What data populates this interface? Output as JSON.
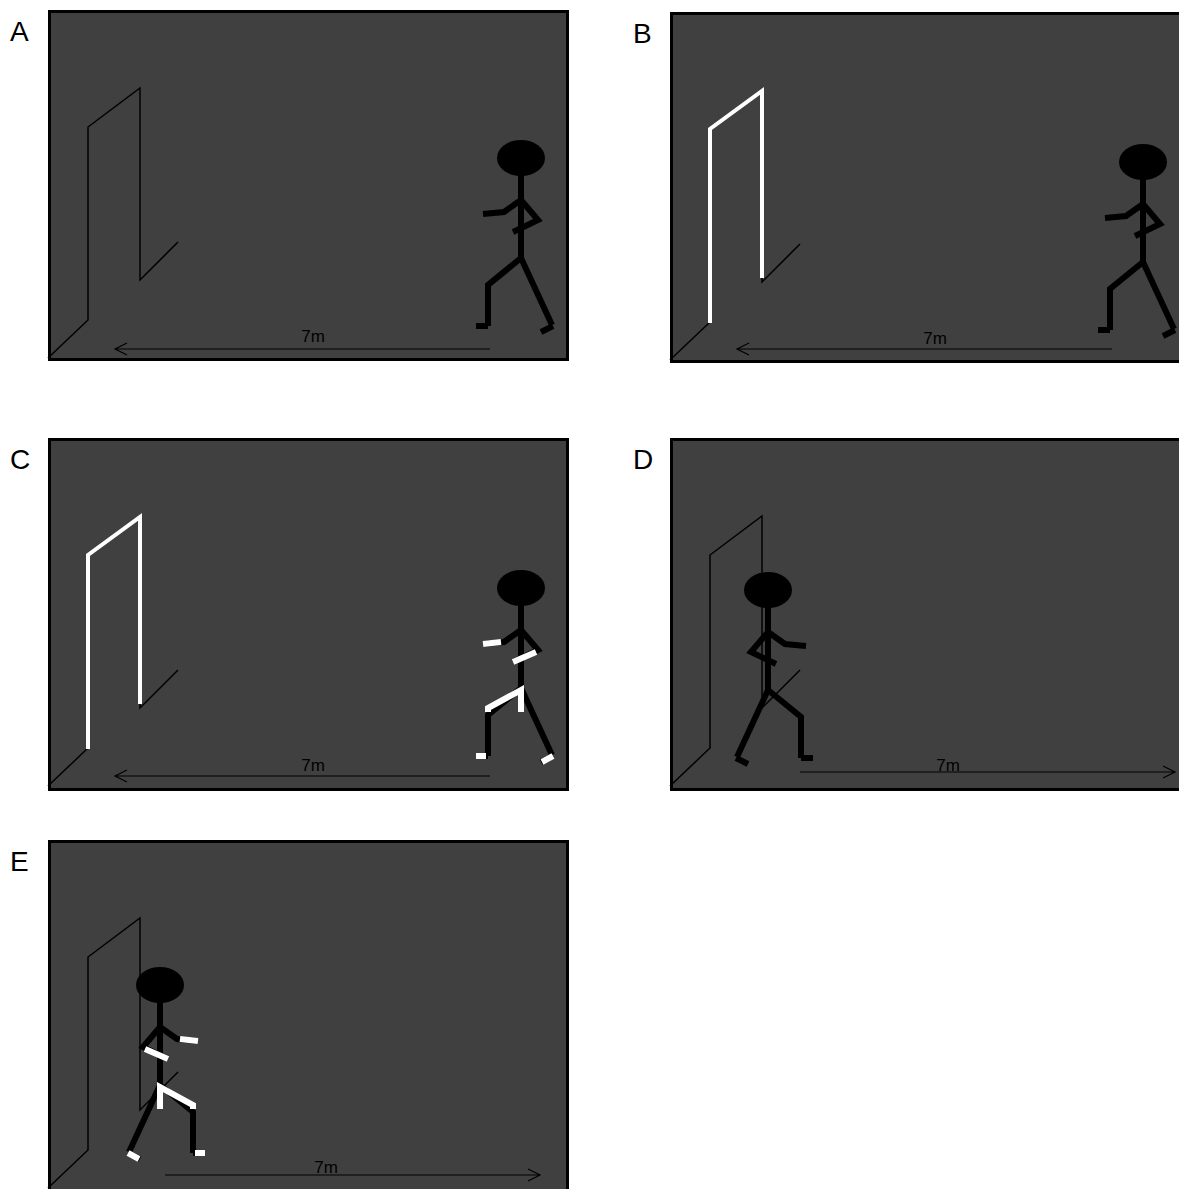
{
  "diagram": {
    "nodes": [
      {
        "text": [
          "A",
          "7m"
        ]
      },
      {
        "text": [
          "B",
          "7m"
        ]
      },
      {
        "text": [
          "C",
          "7m"
        ]
      },
      {
        "text": [
          "D",
          "7m"
        ]
      },
      {
        "text": [
          "E",
          "7m"
        ]
      }
    ]
  }
}
